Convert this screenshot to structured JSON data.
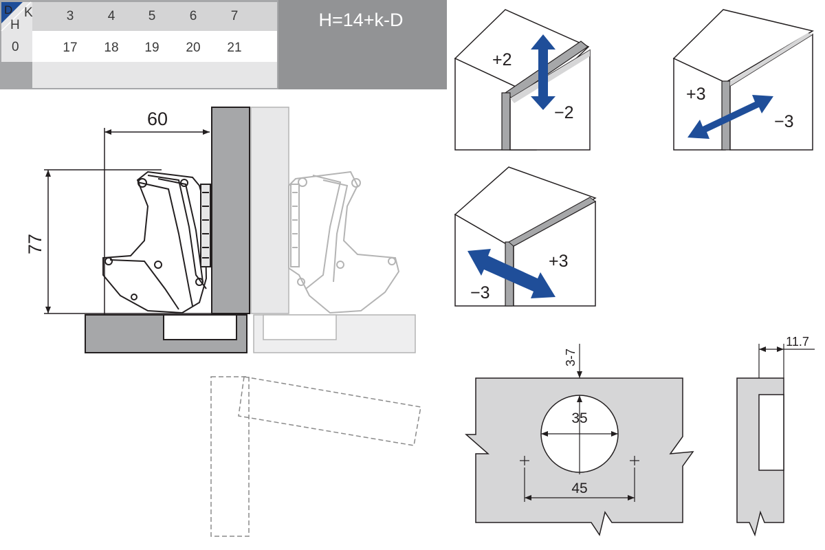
{
  "table": {
    "corner_d": "D",
    "corner_k": "K",
    "corner_h": "H",
    "k_values": [
      "3",
      "4",
      "5",
      "6",
      "7"
    ],
    "d_values": [
      "0"
    ],
    "h_values": [
      "17",
      "18",
      "19",
      "20",
      "21"
    ],
    "formula": "H=14+k-D"
  },
  "side_view": {
    "depth_dim": "60",
    "height_dim": "77"
  },
  "adjustments": {
    "vertical_plus": "+2",
    "vertical_minus": "−2",
    "depth_plus": "+3",
    "depth_minus": "−3",
    "side_plus": "+3",
    "side_minus": "−3"
  },
  "drilling": {
    "edge_distance": "3-7",
    "cup_diameter": "35",
    "screw_spacing": "45",
    "cup_depth": "11.7"
  },
  "colors": {
    "panel_gray": "#a6a7a9",
    "light_gray": "#d6d6d7",
    "arrow_blue": "#1f4e99",
    "ink": "#231f20"
  }
}
